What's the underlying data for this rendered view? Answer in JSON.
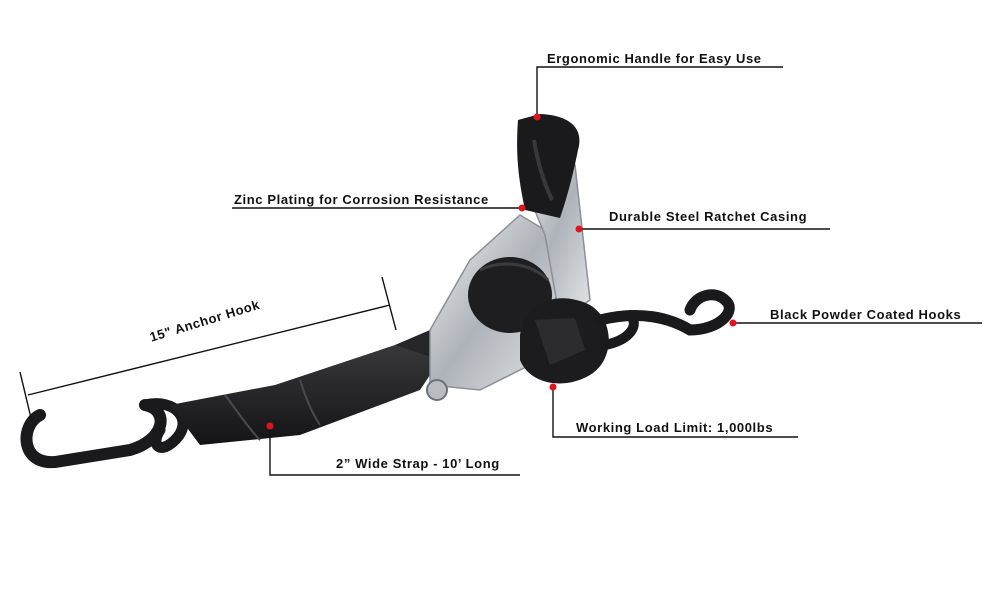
{
  "callouts": {
    "handle": "Ergonomic Handle for Easy Use",
    "zinc": "Zinc Plating for Corrosion Resistance",
    "casing": "Durable Steel Ratchet Casing",
    "hooks": "Black Powder Coated Hooks",
    "wll": "Working Load Limit: 1,000lbs",
    "strap": "2” Wide Strap - 10’ Long",
    "anchor": "15\" Anchor Hook"
  },
  "colors": {
    "marker": "#e0141e",
    "strap": "#1f1f21",
    "steel": "#c9ccd0",
    "line": "#111111"
  }
}
